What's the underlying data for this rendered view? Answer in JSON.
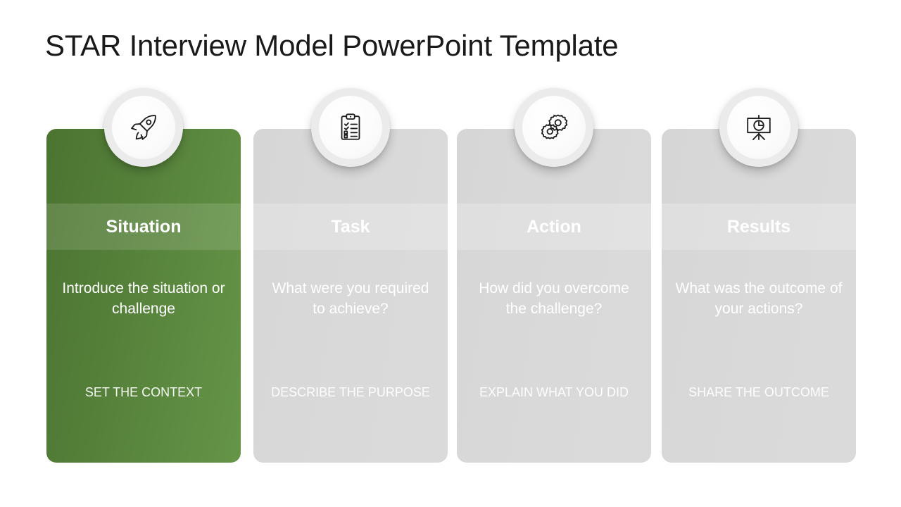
{
  "slide": {
    "title": "STAR Interview Model PowerPoint Template",
    "background_color": "#ffffff"
  },
  "theme": {
    "accent_color": "#5a8a3c",
    "accent_dark": "#4b7430",
    "inactive_color": "#d9d9d9",
    "text_on_card": "#ffffff",
    "title_color": "#1a1a1a",
    "badge_ring_color": "#ebebeb",
    "badge_face_color": "#ffffff"
  },
  "cards": [
    {
      "key": "situation",
      "heading": "Situation",
      "body": "Introduce the situation or challenge",
      "caption": "SET THE CONTEXT",
      "icon": "rocket-icon",
      "state": "active",
      "color": "#5a8a3c"
    },
    {
      "key": "task",
      "heading": "Task",
      "body": "What were you required to achieve?",
      "caption": "DESCRIBE THE PURPOSE",
      "icon": "clipboard-checklist-icon",
      "state": "inactive",
      "color": "#d9d9d9"
    },
    {
      "key": "action",
      "heading": "Action",
      "body": "How did you overcome the challenge?",
      "caption": "EXPLAIN WHAT YOU DID",
      "icon": "gears-icon",
      "state": "inactive",
      "color": "#d9d9d9"
    },
    {
      "key": "results",
      "heading": "Results",
      "body": "What was the outcome of your actions?",
      "caption": "SHARE THE OUTCOME",
      "icon": "presentation-pie-chart-icon",
      "state": "inactive",
      "color": "#d9d9d9"
    }
  ]
}
